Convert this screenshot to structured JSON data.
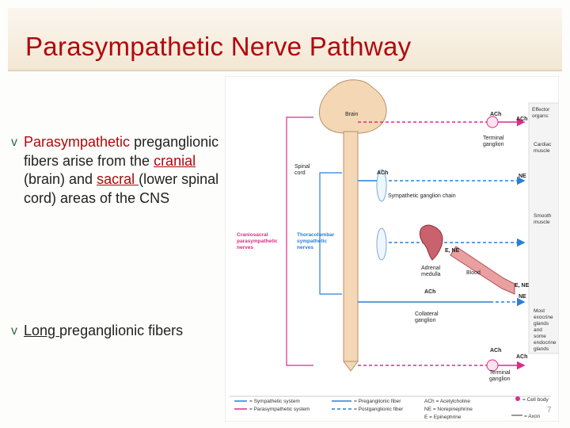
{
  "slide": {
    "title": "Parasympathetic Nerve Pathway",
    "bullets": [
      {
        "marker": "v",
        "lead": "Parasympathetic",
        "t1": "preganglionic fibers arise from the ",
        "cranial": "cranial",
        "t2": " (brain) and ",
        "sacral": "sacral ",
        "t3": "(lower spinal cord) areas of the CNS"
      },
      {
        "marker": "v",
        "long": "Long ",
        "rest": "preganglionic fibers"
      }
    ],
    "slide_number": "7"
  },
  "diagram": {
    "labels": {
      "brain": "Brain",
      "spinal_cord_1": "Spinal",
      "spinal_cord_2": "cord",
      "terminal_ganglion_1": "Terminal",
      "terminal_ganglion_2": "ganglion",
      "sympathetic_chain": "Sympathetic ganglion chain",
      "craniosacral_1": "Craniosacral",
      "craniosacral_2": "parasympathetic",
      "craniosacral_3": "nerves",
      "thoracolumbar_1": "Thoracolumbar",
      "thoracolumbar_2": "sympathetic",
      "thoracolumbar_3": "nerves",
      "adrenal_1": "Adrenal",
      "adrenal_2": "medulla",
      "blood": "Blood",
      "collateral_1": "Collateral",
      "collateral_2": "ganglion",
      "ach": "ACh",
      "ne": "NE",
      "e_ne": "E, NE",
      "effector_1": "Effector",
      "effector_2": "organs:",
      "cardiac_1": "Cardiac",
      "cardiac_2": "muscle",
      "smooth_1": "Smooth",
      "smooth_2": "muscle",
      "glands_1": "Most",
      "glands_2": "exocrine",
      "glands_3": "glands",
      "glands_4": "and",
      "glands_5": "some",
      "glands_6": "endocrine",
      "glands_7": "glands"
    },
    "legend": {
      "symp": "= Sympathetic system",
      "para": "= Parasympathetic system",
      "pre": "= Preganglionic fiber",
      "post": "= Postganglionic fiber",
      "ach": "ACh = Acetylcholine",
      "ne": "NE = Norepinephrine",
      "e": "E = Epinephrine",
      "cell": "= Cell body",
      "axon": "= Axon"
    },
    "colors": {
      "sympathetic": "#2b7fd6",
      "parasympathetic": "#e12a86",
      "title": "#b1080b",
      "cord": "#f4d7b4"
    }
  }
}
